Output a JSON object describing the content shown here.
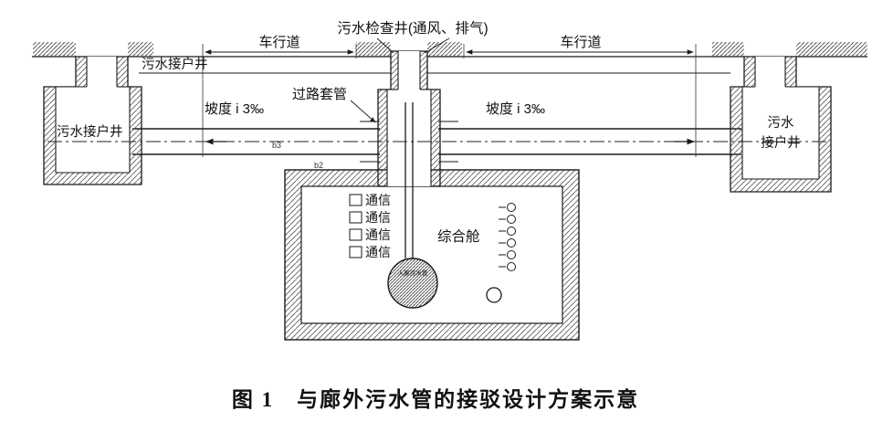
{
  "figure": {
    "caption": "图 1　与廊外污水管的接驳设计方案示意"
  },
  "labels": {
    "inspection_well": "污水检查井(通风、排气)",
    "lane_left": "车行道",
    "lane_right": "车行道",
    "service_well_top_left": "污水接户井",
    "service_well_left": "污水接户井",
    "service_well_right_line1": "污水",
    "service_well_right_line2": "接户井",
    "road_casing": "过路套管",
    "slope_left": "坡度 i 3‰",
    "slope_right": "坡度 i 3‰",
    "comm": [
      "通信",
      "通信",
      "通信",
      "通信"
    ],
    "compartment": "综合舱",
    "inlet_pipe": "入廊污水管",
    "ref_b2": "b2",
    "ref_b3": "b3"
  },
  "colors": {
    "ink": "#1a1a1a",
    "hatch": "#555555",
    "background": "#ffffff"
  }
}
